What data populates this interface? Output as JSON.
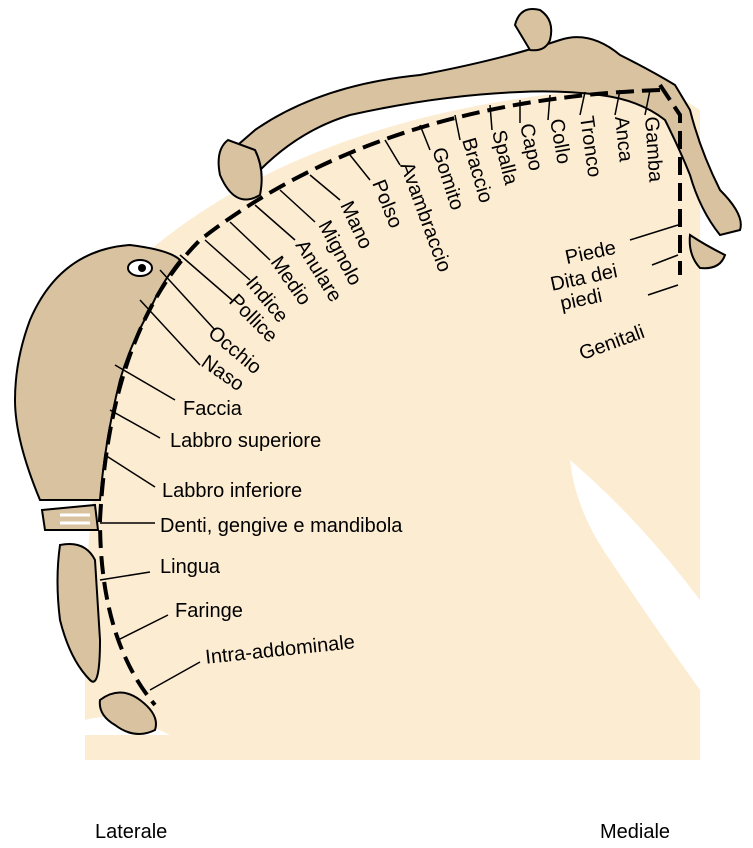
{
  "labels": {
    "lateral": [
      "Faccia",
      "Labbro superiore",
      "Labbro inferiore",
      "Denti, gengive e mandibola",
      "Lingua",
      "Faringe",
      "Intra-addominale"
    ],
    "arc": [
      "Naso",
      "Occhio",
      "Pollice",
      "Indice",
      "Medio",
      "Anulare",
      "Mignolo",
      "Mano",
      "Polso",
      "Avambraccio",
      "Gomito",
      "Braccio",
      "Spalla",
      "Capo",
      "Collo",
      "Tronco",
      "Anca",
      "Gamba"
    ],
    "medial": {
      "piede": "Piede",
      "dita_line1": "Dita dei",
      "dita_line2": "piedi",
      "genitali": "Genitali"
    }
  },
  "axis": {
    "left": "Laterale",
    "right": "Mediale"
  },
  "colors": {
    "cortex": "#fcecd2",
    "body": "#d9c2a0",
    "outline": "#000000"
  }
}
